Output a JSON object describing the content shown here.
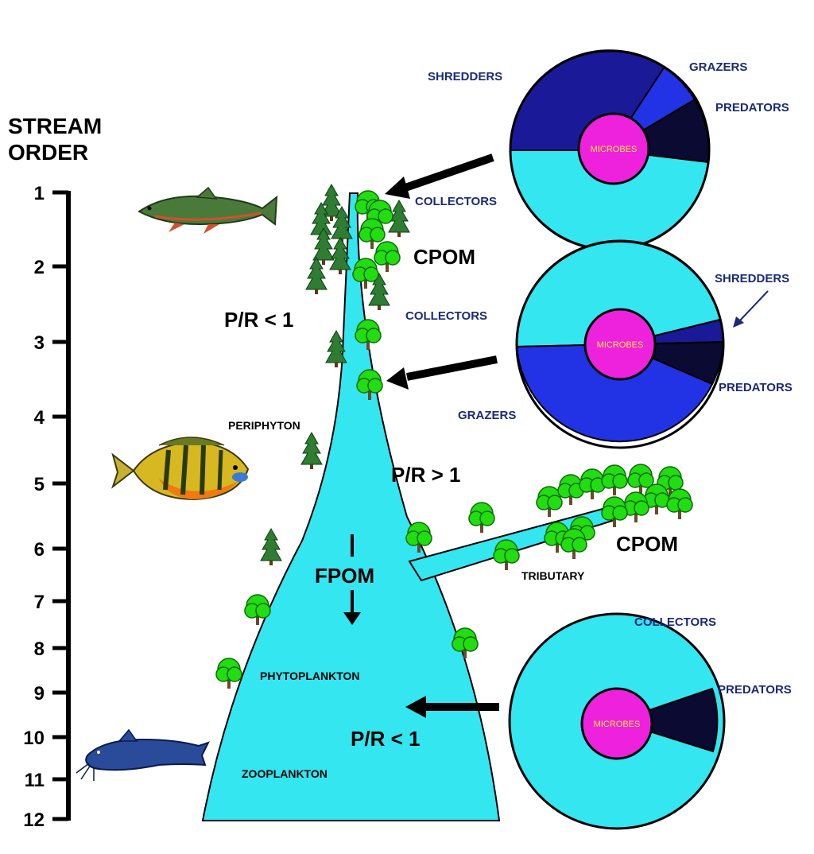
{
  "stream_order": {
    "heading_line1": "STREAM",
    "heading_line2": "ORDER",
    "ticks": [
      "1",
      "2",
      "3",
      "4",
      "5",
      "6",
      "7",
      "8",
      "9",
      "10",
      "11",
      "12"
    ]
  },
  "labels": {
    "cpom_upper": "CPOM",
    "pr_upper": "P/R < 1",
    "periphyton": "PERIPHYTON",
    "pr_middle": "P/R > 1",
    "cpom_tributary": "CPOM",
    "tributary": "TRIBUTARY",
    "fpom": "FPOM",
    "phytoplankton": "PHYTOPLANKTON",
    "zooplankton": "ZOOPLANKTON",
    "pr_lower": "P/R < 1"
  },
  "pies": [
    {
      "id": "upper",
      "center_label": "MICROBES",
      "labels": {
        "shredders": "SHREDDERS",
        "grazers": "GRAZERS",
        "predators": "PREDATORS",
        "collectors": "COLLECTORS"
      }
    },
    {
      "id": "middle",
      "center_label": "MICROBES",
      "labels": {
        "shredders": "SHREDDERS",
        "collectors": "COLLECTORS",
        "predators": "PREDATORS",
        "grazers": "GRAZERS"
      }
    },
    {
      "id": "lower",
      "center_label": "MICROBES",
      "labels": {
        "collectors": "COLLECTORS",
        "predators": "PREDATORS"
      }
    }
  ],
  "colors": {
    "water": "#33e6f0",
    "collectors": "#33e6f0",
    "shredders": "#1a1a99",
    "grazers": "#2233e6",
    "predators": "#0a0a33",
    "microbes": "#ee22dd",
    "microbes_text": "#ffee33",
    "tree_deciduous": "#22dd11",
    "tree_conifer": "#2e7d32",
    "label_blue": "#1a2a7a"
  },
  "icons": [
    "trout-icon",
    "sunfish-icon",
    "catfish-icon",
    "conifer-tree-icon",
    "deciduous-tree-icon",
    "arrow-icon"
  ]
}
